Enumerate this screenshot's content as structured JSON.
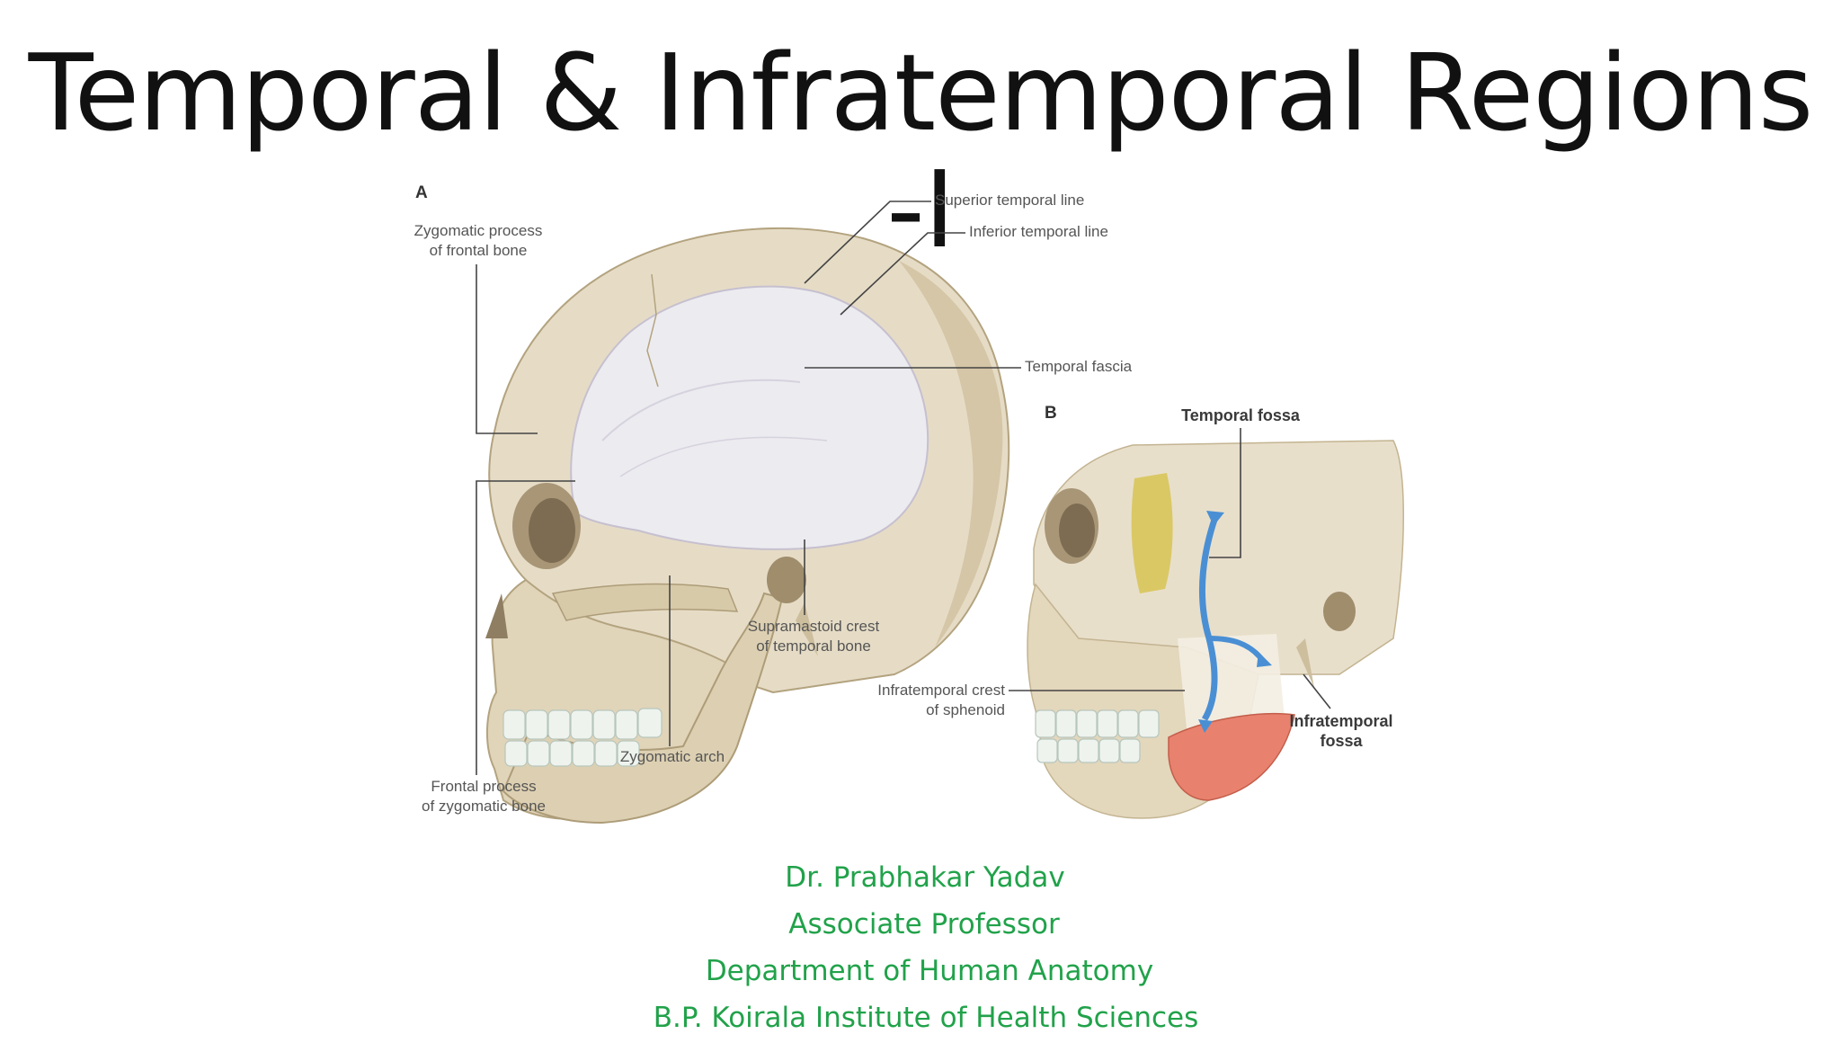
{
  "slide": {
    "title": "Temporal & Infratemporal Regions -I"
  },
  "figure": {
    "panel_a": {
      "letter": "A",
      "labels": {
        "zygomatic_process_1": "Zygomatic process",
        "zygomatic_process_2": "of frontal bone",
        "superior_temporal_line": "Superior temporal line",
        "inferior_temporal_line": "Inferior temporal line",
        "temporal_fascia": "Temporal fascia",
        "supramastoid_1": "Supramastoid crest",
        "supramastoid_2": "of temporal bone",
        "zygomatic_arch": "Zygomatic arch",
        "frontal_process_1": "Frontal process",
        "frontal_process_2": "of zygomatic bone"
      }
    },
    "panel_b": {
      "letter": "B",
      "labels": {
        "temporal_fossa": "Temporal fossa",
        "infratemporal_crest_1": "Infratemporal crest",
        "infratemporal_crest_2": "of sphenoid",
        "infratemporal_fossa_1": "Infratemporal",
        "infratemporal_fossa_2": "fossa"
      }
    },
    "colors": {
      "bone": "#e6dcc6",
      "bone_shadow": "#c9bb9c",
      "fascia": "#eceaf0",
      "teeth": "#eef3ee",
      "temporalis": "#d8c55a",
      "masseter": "#e8826e",
      "arrow": "#4a8fd4"
    }
  },
  "credits": {
    "name": "Dr. Prabhakar  Yadav",
    "position": "Associate Professor",
    "department": "Department of Human Anatomy",
    "institute": "B.P. Koirala Institute of Health  Sciences",
    "color": "#21a24a"
  }
}
